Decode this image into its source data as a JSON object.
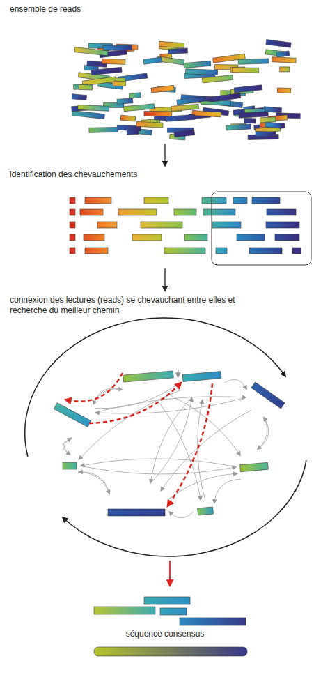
{
  "diagram": {
    "labels": [
      "ensemble de reads",
      "identification des chevauchements",
      "connexion des lectures (reads) se chevauchant entre elles et recherche du meilleur chemin",
      "séquence consensus"
    ]
  }
}
